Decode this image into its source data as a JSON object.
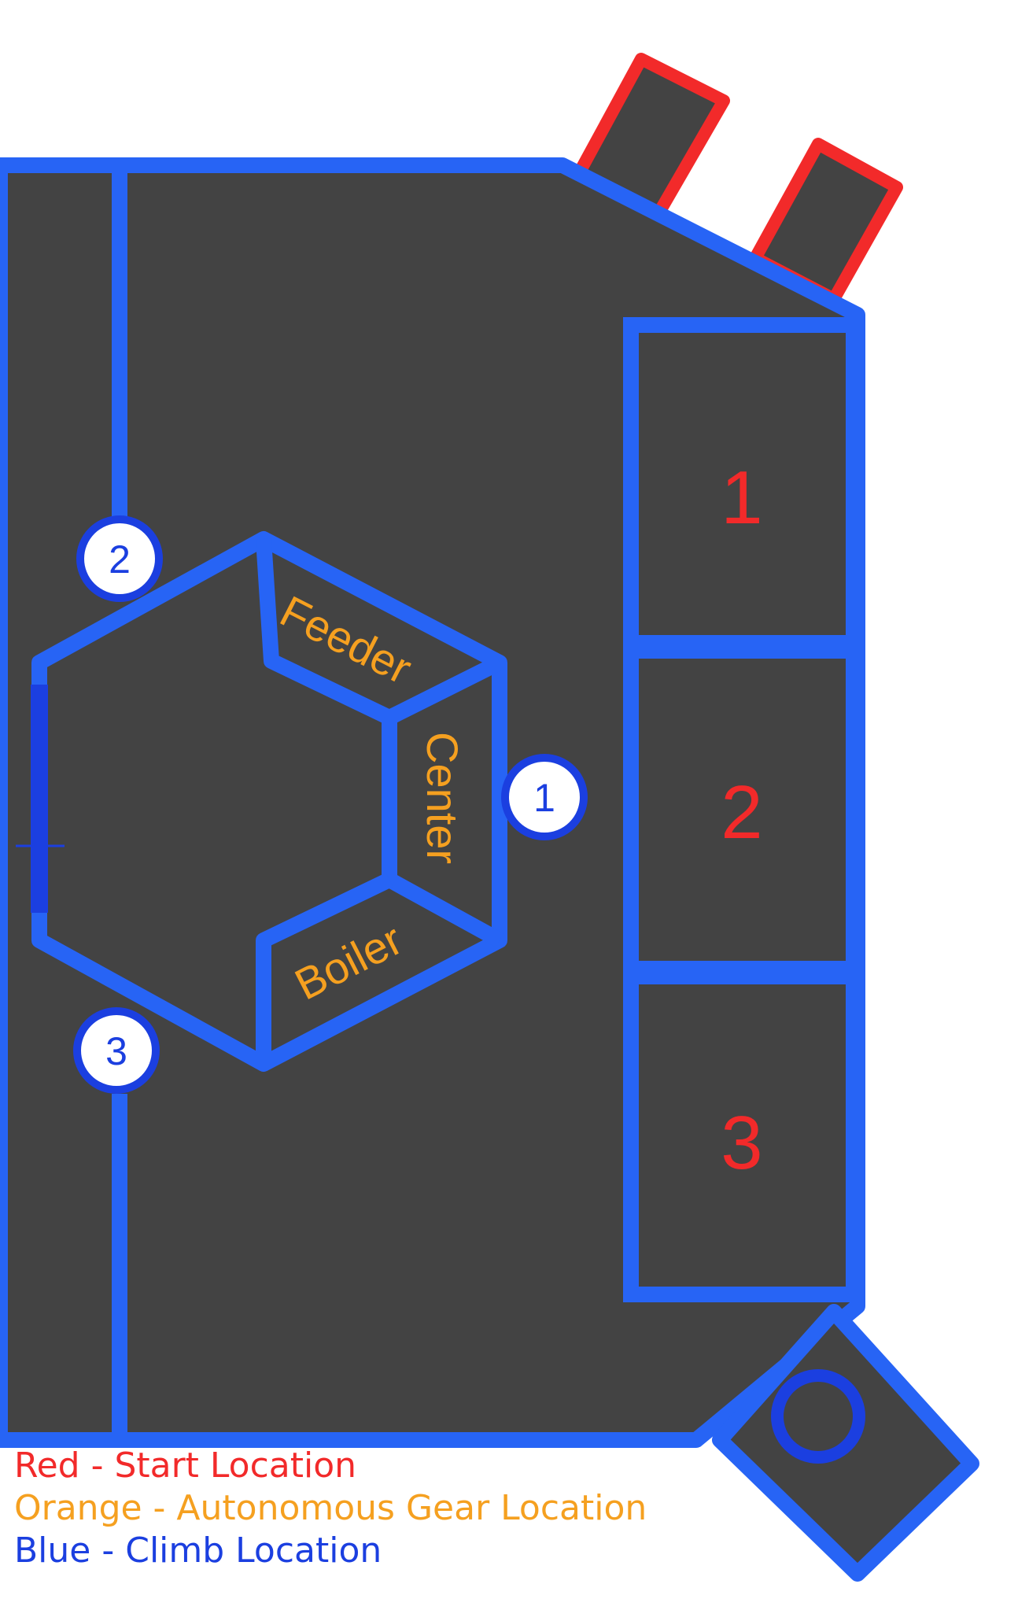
{
  "colors": {
    "field": "#434343",
    "outline": "#2764f5",
    "start": "#f22a2a",
    "gear": "#f5a020",
    "climb": "#1b3fe0",
    "badge_fill": "#ffffff"
  },
  "gear_locations": {
    "feeder": "Feeder",
    "center": "Center",
    "boiler": "Boiler"
  },
  "climb_locations": [
    "1",
    "2",
    "3"
  ],
  "start_locations": [
    "1",
    "2",
    "3"
  ],
  "legend": {
    "start": "Red - Start Location",
    "gear": "Orange - Autonomous Gear Location",
    "climb": "Blue - Climb Location"
  }
}
